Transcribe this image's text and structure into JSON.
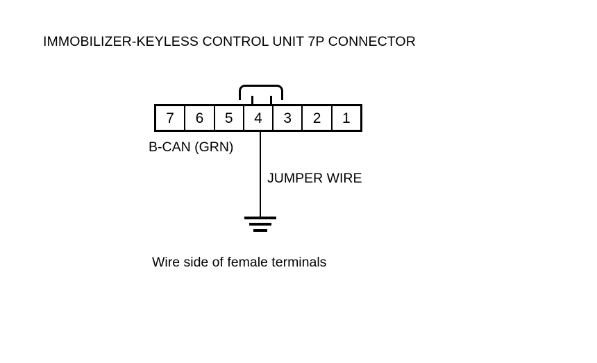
{
  "diagram": {
    "title": "IMMOBILIZER-KEYLESS CONTROL UNIT 7P CONNECTOR",
    "caption": "Wire side of female terminals",
    "connector": {
      "pin_count": 7,
      "pins": [
        {
          "number": "7"
        },
        {
          "number": "6"
        },
        {
          "number": "5"
        },
        {
          "number": "4"
        },
        {
          "number": "3"
        },
        {
          "number": "2"
        },
        {
          "number": "1"
        }
      ],
      "latch_icon": "connector-latch-tab"
    },
    "labels": {
      "circuit": "B-CAN (GRN)",
      "jumper": "JUMPER WIRE"
    },
    "ground_symbol": "earth-ground-icon",
    "colors": {
      "line": "#000000",
      "background": "#ffffff",
      "text": "#000000"
    }
  }
}
